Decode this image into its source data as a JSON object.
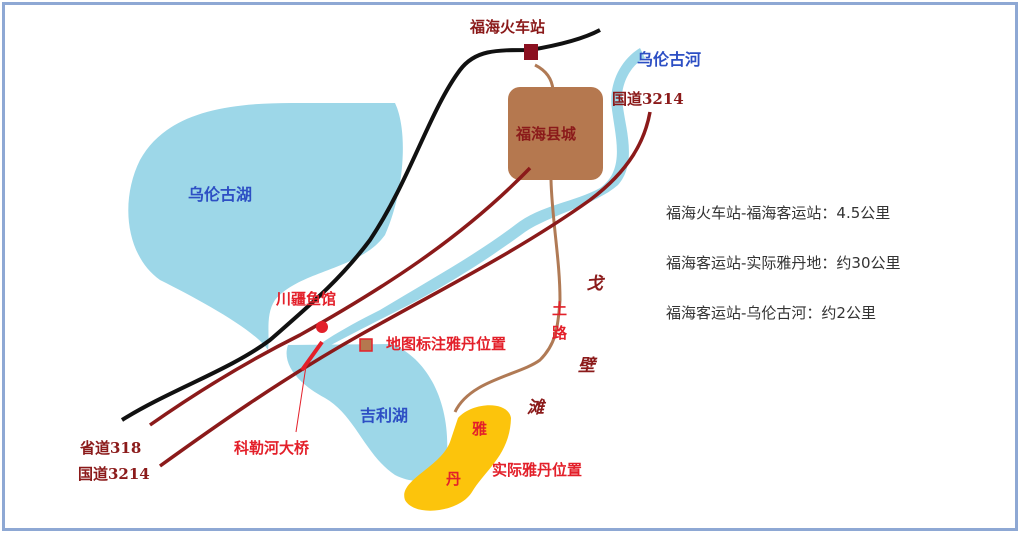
{
  "map": {
    "labels": {
      "railway_station": "福海火车站",
      "wulungu_river": "乌伦古河",
      "national_road_top": "国道3214",
      "county_town": "福海县城",
      "wulungu_lake": "乌伦古湖",
      "restaurant": "川疆鱼馆",
      "map_yardang": "地图标注雅丹位置",
      "provincial_road": "省道318",
      "national_road_bottom": "国道3214",
      "bridge": "科勒河大桥",
      "jili_lake": "吉利湖",
      "yardang_1": "雅",
      "yardang_2": "丹",
      "actual_yardang": "实际雅丹位置",
      "gobi_1": "戈",
      "gobi_2": "壁",
      "gobi_3": "滩",
      "dirt_road_1": "土",
      "dirt_road_2": "路"
    },
    "distances": [
      "福海火车站-福海客运站：4.5公里",
      "福海客运站-实际雅丹地：约30公里",
      "福海客运站-乌伦古河：约2公里"
    ]
  },
  "colors": {
    "water": "#9dd7e8",
    "road": "#8b1a1a",
    "railway": "#111111",
    "town": "#b5784f",
    "yardang": "#fcc40c",
    "dirt_road": "#b07a55",
    "label_red": "#e3202a",
    "label_blue": "#2d4fc4"
  }
}
